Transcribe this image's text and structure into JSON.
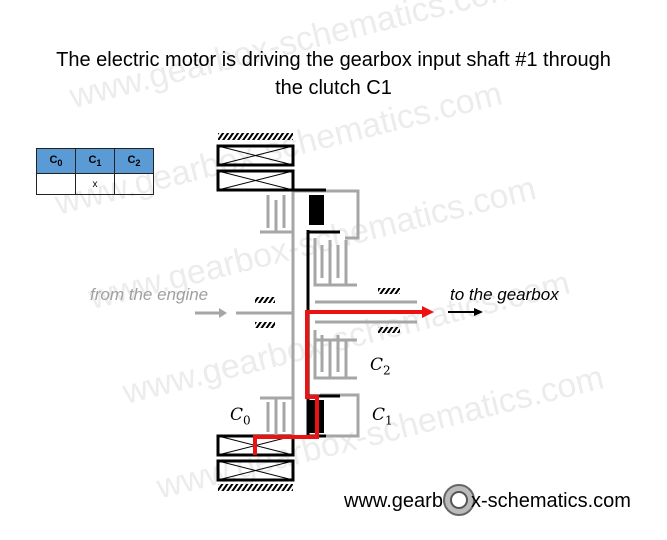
{
  "title_line1": "The electric motor is driving the gearbox input shaft #1 through",
  "title_line2": "the clutch C1",
  "table": {
    "headers": [
      {
        "c": "C",
        "s": "0"
      },
      {
        "c": "C",
        "s": "1"
      },
      {
        "c": "C",
        "s": "2"
      }
    ],
    "row": [
      "",
      "x",
      ""
    ]
  },
  "labels": {
    "from": "from the engine",
    "to": "to the gearbox"
  },
  "clutches": {
    "c0": {
      "c": "C",
      "s": "0"
    },
    "c1": {
      "c": "C",
      "s": "1"
    },
    "c2": {
      "c": "C",
      "s": "2"
    }
  },
  "footer": {
    "pre": "www.gearb",
    "post": "x-schematics.com"
  },
  "watermark": "www.gearbox-schematics.com",
  "colors": {
    "power_flow": "#ee1111",
    "inactive": "#a6a6a6",
    "header": "#5b9bd5"
  }
}
